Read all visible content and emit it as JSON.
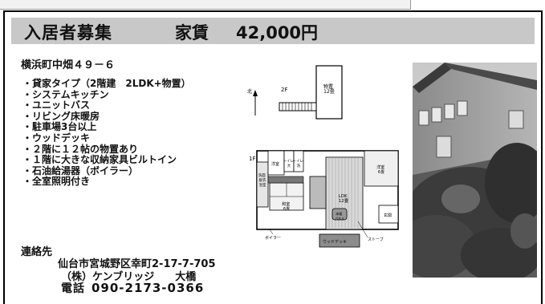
{
  "title": {
    "main": "入居者募集",
    "rent_label": "家賃",
    "rent_value": "42,000円"
  },
  "address": "横浜町中畑４９－６",
  "features": [
    "貸家タイプ（2階建　2LDK+物置）",
    "システムキッチン",
    "ユニットバス",
    "リビング床暖房",
    "駐車場3台以上",
    "ウッドデッキ",
    "２階に１２帖の物置あり",
    "１階に大きな収納家具ビルトイン",
    "石油給湯器（ボイラー）",
    "全室照明付き"
  ],
  "contact": {
    "label": "連絡先",
    "address": "仙台市宮城野区幸町2-17-7-705",
    "company": "（株）ケンブリッジ　　大橋",
    "tel_label": "電話",
    "tel": "090-2173-0366"
  },
  "floorplan": {
    "label_2f": "2F",
    "label_1f": "1F",
    "north": "北",
    "storage_2f": "物置\n12畳",
    "japanese_room": "和室\n6畳",
    "western_room_1": "洋室",
    "western_room_2": "洋室\n6畳",
    "toilet_1": "トイレ\n大",
    "toilet_2": "トイレ\n洗",
    "bath": "洗面\n脱衣\n浴室",
    "ldk": "LDK\n12畳",
    "heating": "床暖\nパネル",
    "entrance": "玄関",
    "boiler": "ボイラー",
    "stove": "ストーブ",
    "deck": "ウッドデッキ"
  }
}
